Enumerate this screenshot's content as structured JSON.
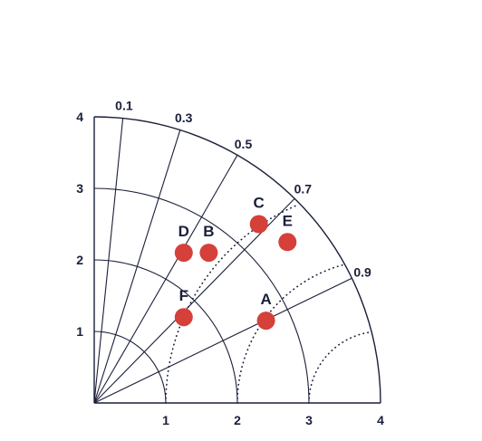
{
  "chart_data": {
    "type": "scatter",
    "subtype": "taylor-diagram",
    "title": "",
    "xlabel": "",
    "ylabel": "",
    "std_max": 4,
    "std_ticks": [
      1,
      2,
      3,
      4
    ],
    "corr_ticks": [
      "0.1",
      "0.3",
      "0.5",
      "0.7",
      "0.9"
    ],
    "corr_values": [
      0.1,
      0.3,
      0.5,
      0.7,
      0.9
    ],
    "reference_std": 4,
    "rms_arcs": [
      1,
      2,
      3
    ],
    "grid": true,
    "colors": {
      "point": "#d5403a",
      "axis": "#1a1f3a",
      "grid": "#1a1f3a"
    },
    "points": [
      {
        "label": "A",
        "x": 2.4,
        "y": 1.15
      },
      {
        "label": "B",
        "x": 1.6,
        "y": 2.1
      },
      {
        "label": "C",
        "x": 2.3,
        "y": 2.5
      },
      {
        "label": "D",
        "x": 1.25,
        "y": 2.1
      },
      {
        "label": "E",
        "x": 2.7,
        "y": 2.25
      },
      {
        "label": "F",
        "x": 1.25,
        "y": 1.2
      }
    ]
  }
}
